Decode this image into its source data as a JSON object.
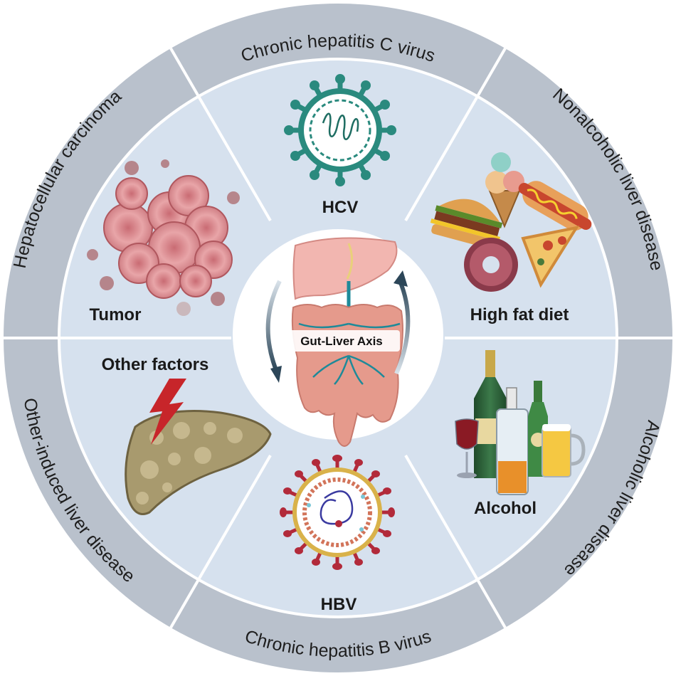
{
  "center": {
    "label": "Gut-Liver Axis"
  },
  "ring": {
    "top": "Chronic hepatitis C virus",
    "upper_right": "Nonalcoholic liver disease",
    "lower_right": "Alcoholic liver disease",
    "bottom": "Chronic hepatitis B virus",
    "lower_left": "Other-induced liver disease",
    "upper_left": "Hepatocellular carcinoma"
  },
  "sectors": {
    "top": "HCV",
    "upper_right": "High fat diet",
    "lower_right": "Alcohol",
    "bottom": "HBV",
    "lower_left": "Other factors",
    "upper_left": "Tumor"
  },
  "colors": {
    "ring": "#b9c1cc",
    "sector": "#d6e1ee",
    "divider": "#ffffff",
    "liver": "#f2b6b0",
    "intestine": "#e59a8c",
    "vessel": "#1e8a99",
    "virus_hcv": "#2a8a7e",
    "virus_hbv": "#b22a3a",
    "tumor": "#d98c8f",
    "lightning": "#c7252a"
  },
  "icons": [
    "hcv-virus-icon",
    "junk-food-icon",
    "alcohol-bottles-icon",
    "hbv-virus-icon",
    "damaged-liver-icon",
    "tumor-cells-icon",
    "liver-gut-icon"
  ]
}
